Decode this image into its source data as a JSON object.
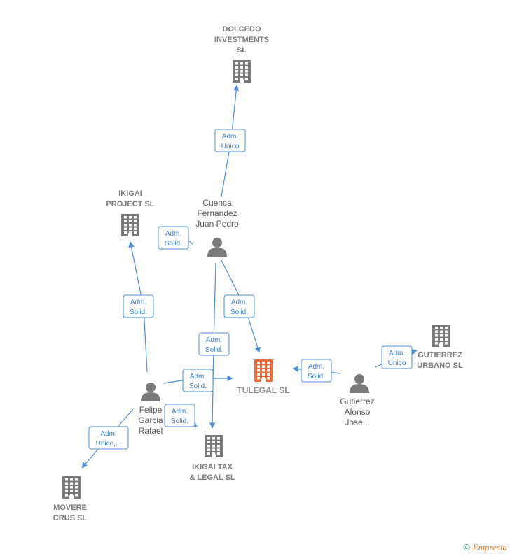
{
  "colors": {
    "accent": "#4a8fdb",
    "company": "#7a7a7a",
    "main_company": "#f26a3a",
    "person": "#7a7a7a"
  },
  "nodes": [
    {
      "id": "dolcedo",
      "kind": "company",
      "label": [
        "DOLCEDO",
        "INVESTMENTS",
        "SL"
      ]
    },
    {
      "id": "ikigai_project",
      "kind": "company",
      "label": [
        "IKIGAI",
        "PROJECT  SL"
      ]
    },
    {
      "id": "cuenca",
      "kind": "person",
      "label": [
        "Cuenca",
        "Fernandez",
        "Juan Pedro"
      ]
    },
    {
      "id": "tulegal",
      "kind": "main",
      "label": [
        "TULEGAL  SL"
      ]
    },
    {
      "id": "gutierrez_urbano",
      "kind": "company",
      "label": [
        "GUTIERREZ",
        "URBANO SL"
      ]
    },
    {
      "id": "felipe",
      "kind": "person",
      "label": [
        "Felipe",
        "Garcia",
        "Rafael"
      ]
    },
    {
      "id": "gutierrez_alonso",
      "kind": "person",
      "label": [
        "Gutierrez",
        "Alonso",
        "Jose..."
      ]
    },
    {
      "id": "ikigai_tax",
      "kind": "company",
      "label": [
        "IKIGAI TAX",
        "& LEGAL  SL"
      ]
    },
    {
      "id": "movere",
      "kind": "company",
      "label": [
        "MOVERE",
        "CRUS  SL"
      ]
    }
  ],
  "edges": [
    {
      "from": "cuenca",
      "to": "dolcedo",
      "label": [
        "Adm.",
        "Unico"
      ]
    },
    {
      "from": "cuenca",
      "to": "ikigai_project",
      "label": [
        "Adm.",
        "Solid."
      ]
    },
    {
      "from": "cuenca",
      "to": "tulegal",
      "label": [
        "Adm.",
        "Solid."
      ]
    },
    {
      "from": "cuenca",
      "to": "ikigai_tax",
      "label": [
        "Adm.",
        "Solid."
      ]
    },
    {
      "from": "felipe",
      "to": "ikigai_project",
      "label": [
        "Adm.",
        "Solid."
      ]
    },
    {
      "from": "felipe",
      "to": "tulegal",
      "label": [
        "Adm.",
        "Solid."
      ]
    },
    {
      "from": "felipe",
      "to": "ikigai_tax",
      "label": [
        "Adm.",
        "Solid."
      ]
    },
    {
      "from": "felipe",
      "to": "movere",
      "label": [
        "Adm.",
        "Unico,..."
      ]
    },
    {
      "from": "gutierrez_alonso",
      "to": "tulegal",
      "label": [
        "Adm.",
        "Solid."
      ]
    },
    {
      "from": "gutierrez_alonso",
      "to": "gutierrez_urbano",
      "label": [
        "Adm.",
        "Unico"
      ]
    }
  ],
  "footer": {
    "copyright": "©",
    "brand": "Empresia"
  }
}
